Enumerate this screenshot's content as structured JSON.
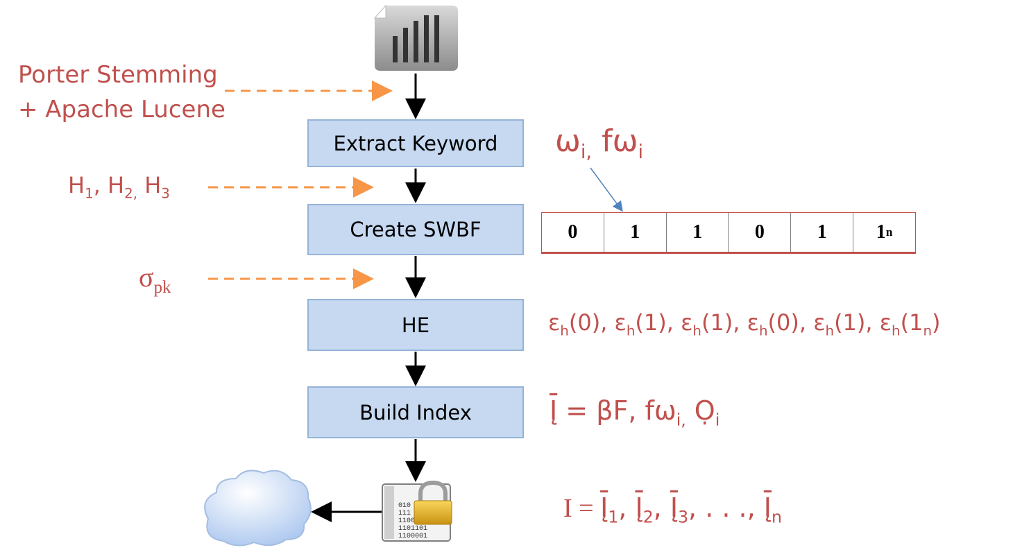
{
  "steps": {
    "extract": "Extract Keyword",
    "create": "Create SWBF",
    "he": "HE",
    "build": "Build Index"
  },
  "inputs": {
    "porter_line1": "Porter Stemming",
    "porter_line2": "+ Apache Lucene",
    "hash_H1": "H",
    "hash_H1_sub": "1",
    "hash_H2": ", H",
    "hash_H2_sub": "2,",
    "hash_H3": " H",
    "hash_H3_sub": "3",
    "sigma": "σ",
    "sigma_sub": "pk"
  },
  "annotations": {
    "omega": "ω",
    "omega_sub": "i,",
    "f_omega": " fω",
    "f_omega_sub": "i",
    "encrypted": [
      {
        "t": "ε",
        "s": "h",
        "v": "(0), "
      },
      {
        "t": "ε",
        "s": "h",
        "v": "(1), "
      },
      {
        "t": "ε",
        "s": "h",
        "v": "(1), "
      },
      {
        "t": "ε",
        "s": "h",
        "v": "(0), "
      },
      {
        "t": "ε",
        "s": "h",
        "v": "(1), "
      },
      {
        "t": "ε",
        "s": "h",
        "v": "(1",
        "sub2": "n",
        "end": ")"
      }
    ],
    "index_I": "Į",
    "index_eq": " = βF, fω",
    "index_sub1": "i,",
    "index_O": " Ọ",
    "index_sub2": "i",
    "final_I": "I = ",
    "final_terms": [
      {
        "t": "Į",
        "s": "1",
        "sep": ", "
      },
      {
        "t": "Į",
        "s": "2",
        "sep": ", "
      },
      {
        "t": "Į",
        "s": "3",
        "sep": ", . . ., "
      },
      {
        "t": "Į",
        "s": "n",
        "sep": ""
      }
    ]
  },
  "swbf": {
    "cells": [
      "0",
      "1",
      "1",
      "0",
      "1",
      "1"
    ],
    "last_sub": "n"
  },
  "colors": {
    "accent_red": "#c0504d",
    "box_fill": "#c6d9f1",
    "box_border": "#95b3d7",
    "dash_orange": "#f79646",
    "pointer_blue": "#4f81bd"
  },
  "icons": [
    "document-icon",
    "cloud-icon",
    "encrypted-file-icon"
  ]
}
